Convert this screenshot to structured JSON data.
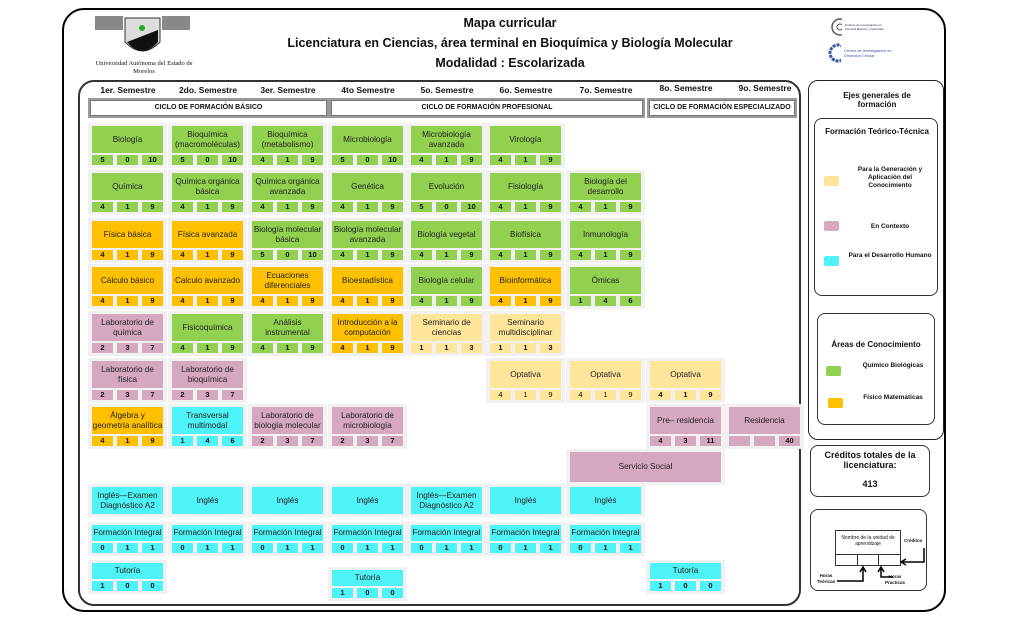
{
  "header": {
    "title": "Mapa curricular",
    "subtitle": "Licenciatura en Ciencias, área terminal en Bioquímica y Biología Molecular",
    "modality": "Modalidad : Escolarizada",
    "university": "Universidad Autónoma del Estado de Morelos",
    "logo_right_1": "Instituto de Investigación en Ciencias Básicas y Aplicadas",
    "logo_right_2": "Centro de Investigación en Dinámica Celular"
  },
  "semesters": [
    "1er.  Semestre",
    "2do.  Semestre",
    "3er.  Semestre",
    "4to  Semestre",
    "5o.  Semestre",
    "6o.  Semestre",
    "7o.  Semestre",
    "8o.  Semestre",
    "9o.  Semestre"
  ],
  "cycles": [
    "CICLO DE FORMACIÓN BÁSICO",
    "CICLO DE FORMACIÓN PROFESIONAL",
    "CICLO DE FORMACIÓN ESPECIALIZADO"
  ],
  "colors": {
    "G": "#92d050",
    "O": "#ffc000",
    "P": "#d5a8c0",
    "Y": "#ffe599",
    "C": "#4df3f7"
  },
  "courses": [
    {
      "s": 1,
      "r": 1,
      "n": "Biología",
      "c": [
        "5",
        "0",
        "10"
      ],
      "t": "G"
    },
    {
      "s": 1,
      "r": 2,
      "n": "Química",
      "c": [
        "4",
        "1",
        "9"
      ],
      "t": "G"
    },
    {
      "s": 1,
      "r": 3,
      "n": "Física básica",
      "c": [
        "4",
        "1",
        "9"
      ],
      "t": "O"
    },
    {
      "s": 1,
      "r": 4,
      "n": "Cálculo básico",
      "c": [
        "4",
        "1",
        "9"
      ],
      "t": "O"
    },
    {
      "s": 1,
      "r": 5,
      "n": "Laboratorio de química",
      "c": [
        "2",
        "3",
        "7"
      ],
      "t": "P"
    },
    {
      "s": 1,
      "r": 6,
      "n": "Laboratorio de física",
      "c": [
        "2",
        "3",
        "7"
      ],
      "t": "P"
    },
    {
      "s": 1,
      "r": 7,
      "n": "Álgebra y geometría analítica",
      "c": [
        "4",
        "1",
        "9"
      ],
      "t": "O"
    },
    {
      "s": 1,
      "r": 9,
      "n": "Inglés—Examen Diagnóstico A2",
      "t": "C"
    },
    {
      "s": 1,
      "r": 10,
      "n": "Formación Integral",
      "c": [
        "0",
        "1",
        "1"
      ],
      "t": "C"
    },
    {
      "s": 1,
      "r": 11,
      "n": "Tutoría",
      "c": [
        "1",
        "0",
        "0"
      ],
      "t": "C"
    },
    {
      "s": 2,
      "r": 1,
      "n": "Bioquímica (macromoléculas)",
      "c": [
        "5",
        "0",
        "10"
      ],
      "t": "G"
    },
    {
      "s": 2,
      "r": 2,
      "n": "Química orgánica básica",
      "c": [
        "4",
        "1",
        "9"
      ],
      "t": "G"
    },
    {
      "s": 2,
      "r": 3,
      "n": "Física avanzada",
      "c": [
        "4",
        "1",
        "9"
      ],
      "t": "O"
    },
    {
      "s": 2,
      "r": 4,
      "n": "Calculo avanzado",
      "c": [
        "4",
        "1",
        "9"
      ],
      "t": "O"
    },
    {
      "s": 2,
      "r": 5,
      "n": "Fisicoquímica",
      "c": [
        "4",
        "1",
        "9"
      ],
      "t": "G"
    },
    {
      "s": 2,
      "r": 6,
      "n": "Laboratorio de bioquímica",
      "c": [
        "2",
        "3",
        "7"
      ],
      "t": "P"
    },
    {
      "s": 2,
      "r": 7,
      "n": "Transversal multimodal",
      "c": [
        "1",
        "4",
        "6"
      ],
      "t": "C"
    },
    {
      "s": 2,
      "r": 9,
      "n": "Inglés",
      "t": "C"
    },
    {
      "s": 2,
      "r": 10,
      "n": "Formación Integral",
      "c": [
        "0",
        "1",
        "1"
      ],
      "t": "C"
    },
    {
      "s": 3,
      "r": 1,
      "n": "Bioquímica (metabolismo)",
      "c": [
        "4",
        "1",
        "9"
      ],
      "t": "G"
    },
    {
      "s": 3,
      "r": 2,
      "n": "Química orgánica avanzada",
      "c": [
        "4",
        "1",
        "9"
      ],
      "t": "G"
    },
    {
      "s": 3,
      "r": 3,
      "n": "Biología molecular básica",
      "c": [
        "5",
        "0",
        "10"
      ],
      "t": "G"
    },
    {
      "s": 3,
      "r": 4,
      "n": "Ecuaciones diferenciales",
      "c": [
        "4",
        "1",
        "9"
      ],
      "t": "O"
    },
    {
      "s": 3,
      "r": 5,
      "n": "Análisis instrumental",
      "c": [
        "4",
        "1",
        "9"
      ],
      "t": "G"
    },
    {
      "s": 3,
      "r": 7,
      "n": "Laboratorio de biología molecular",
      "c": [
        "2",
        "3",
        "7"
      ],
      "t": "P"
    },
    {
      "s": 3,
      "r": 9,
      "n": "Inglés",
      "t": "C"
    },
    {
      "s": 3,
      "r": 10,
      "n": "Formación Integral",
      "c": [
        "0",
        "1",
        "1"
      ],
      "t": "C"
    },
    {
      "s": 4,
      "r": 1,
      "n": "Microbiología",
      "c": [
        "5",
        "0",
        "10"
      ],
      "t": "G"
    },
    {
      "s": 4,
      "r": 2,
      "n": "Genética",
      "c": [
        "4",
        "1",
        "9"
      ],
      "t": "G"
    },
    {
      "s": 4,
      "r": 3,
      "n": "Biología molecular avanzada",
      "c": [
        "4",
        "1",
        "9"
      ],
      "t": "G"
    },
    {
      "s": 4,
      "r": 4,
      "n": "Bioestadística",
      "c": [
        "4",
        "1",
        "9"
      ],
      "t": "O"
    },
    {
      "s": 4,
      "r": 5,
      "n": "Introducción a la computación",
      "c": [
        "4",
        "1",
        "9"
      ],
      "t": "O"
    },
    {
      "s": 4,
      "r": 7,
      "n": "Laboratorio de microbiología",
      "c": [
        "2",
        "3",
        "7"
      ],
      "t": "P"
    },
    {
      "s": 4,
      "r": 9,
      "n": "Inglés",
      "t": "C"
    },
    {
      "s": 4,
      "r": 10,
      "n": "Formación Integral",
      "c": [
        "0",
        "1",
        "1"
      ],
      "t": "C"
    },
    {
      "s": 4,
      "r": 11,
      "n": "Tutoría",
      "c": [
        "1",
        "0",
        "0"
      ],
      "t": "C"
    },
    {
      "s": 5,
      "r": 1,
      "n": "Microbiología avanzada",
      "c": [
        "4",
        "1",
        "9"
      ],
      "t": "G"
    },
    {
      "s": 5,
      "r": 2,
      "n": "Evolución",
      "c": [
        "5",
        "0",
        "10"
      ],
      "t": "G"
    },
    {
      "s": 5,
      "r": 3,
      "n": "Biología vegetal",
      "c": [
        "4",
        "1",
        "9"
      ],
      "t": "G"
    },
    {
      "s": 5,
      "r": 4,
      "n": "Biología celular",
      "c": [
        "4",
        "1",
        "9"
      ],
      "t": "G"
    },
    {
      "s": 5,
      "r": 5,
      "n": "Seminario de ciencias",
      "c": [
        "1",
        "1",
        "3"
      ],
      "t": "Y"
    },
    {
      "s": 5,
      "r": 9,
      "n": "Inglés—Examen Diagnóstico A2",
      "t": "C"
    },
    {
      "s": 5,
      "r": 10,
      "n": "Formación Integral",
      "c": [
        "0",
        "1",
        "1"
      ],
      "t": "C"
    },
    {
      "s": 6,
      "r": 1,
      "n": "Virología",
      "c": [
        "4",
        "1",
        "9"
      ],
      "t": "G"
    },
    {
      "s": 6,
      "r": 2,
      "n": "Fisiología",
      "c": [
        "4",
        "1",
        "9"
      ],
      "t": "G"
    },
    {
      "s": 6,
      "r": 3,
      "n": "Biofísica",
      "c": [
        "4",
        "1",
        "9"
      ],
      "t": "G"
    },
    {
      "s": 6,
      "r": 4,
      "n": "Bioinformática",
      "c": [
        "4",
        "1",
        "9"
      ],
      "t": "O"
    },
    {
      "s": 6,
      "r": 5,
      "n": "Seminario multidisciplinar",
      "c": [
        "1",
        "1",
        "3"
      ],
      "t": "Y"
    },
    {
      "s": 6,
      "r": 6,
      "n": "Optativa",
      "c": [
        "4",
        "1",
        "9"
      ],
      "t": "Y"
    },
    {
      "s": 6,
      "r": 9,
      "n": "Inglés",
      "t": "C"
    },
    {
      "s": 6,
      "r": 10,
      "n": "Formación Integral",
      "c": [
        "0",
        "1",
        "1"
      ],
      "t": "C"
    },
    {
      "s": 7,
      "r": 2,
      "n": "Biología del desarrollo",
      "c": [
        "4",
        "1",
        "9"
      ],
      "t": "G"
    },
    {
      "s": 7,
      "r": 3,
      "n": "Inmunología",
      "c": [
        "4",
        "1",
        "9"
      ],
      "t": "G"
    },
    {
      "s": 7,
      "r": 4,
      "n": "Ómicas",
      "c": [
        "1",
        "4",
        "6"
      ],
      "t": "G"
    },
    {
      "s": 7,
      "r": 6,
      "n": "Optativa",
      "c": [
        "4",
        "1",
        "9"
      ],
      "t": "Y"
    },
    {
      "s": 7,
      "r": 8,
      "n": "Servicio Social",
      "t": "P",
      "span": 2
    },
    {
      "s": 7,
      "r": 9,
      "n": "Inglés",
      "t": "C"
    },
    {
      "s": 7,
      "r": 10,
      "n": "Formación Integral",
      "c": [
        "0",
        "1",
        "1"
      ],
      "t": "C"
    },
    {
      "s": 8,
      "r": 6,
      "n": "Optativa",
      "c": [
        "4",
        "1",
        "9"
      ],
      "t": "Y"
    },
    {
      "s": 8,
      "r": 7,
      "n": "Pre– residencia",
      "c": [
        "4",
        "3",
        "11"
      ],
      "t": "P"
    },
    {
      "s": 8,
      "r": 11,
      "n": "Tutoría",
      "c": [
        "1",
        "0",
        "0"
      ],
      "t": "C"
    },
    {
      "s": 9,
      "r": 7,
      "n": "Residencia",
      "c": [
        "",
        "",
        "40"
      ],
      "t": "P"
    }
  ],
  "sidebar": {
    "title": "Ejes generales de formación",
    "teorico_title": "Formación Teórico-Técnica",
    "legend_generacion": "Para la Generación y Aplicación del Conocimiento",
    "legend_contexto": "En Contexto",
    "legend_humano": "Para el Desarrollo Humano",
    "areas_title": "Áreas de Conocimiento",
    "legend_qb": "Químico Biológicas",
    "legend_fm": "Físico Matemáticas",
    "credits_title": "Créditos totales de la licenciatura:",
    "credits_total": "413",
    "key": {
      "unit": "Nombre de la unidad de aprendizaje",
      "creditos": "Créditos",
      "teoricas": "Horas Teóricas",
      "practicas": "Horas Practicas"
    }
  }
}
